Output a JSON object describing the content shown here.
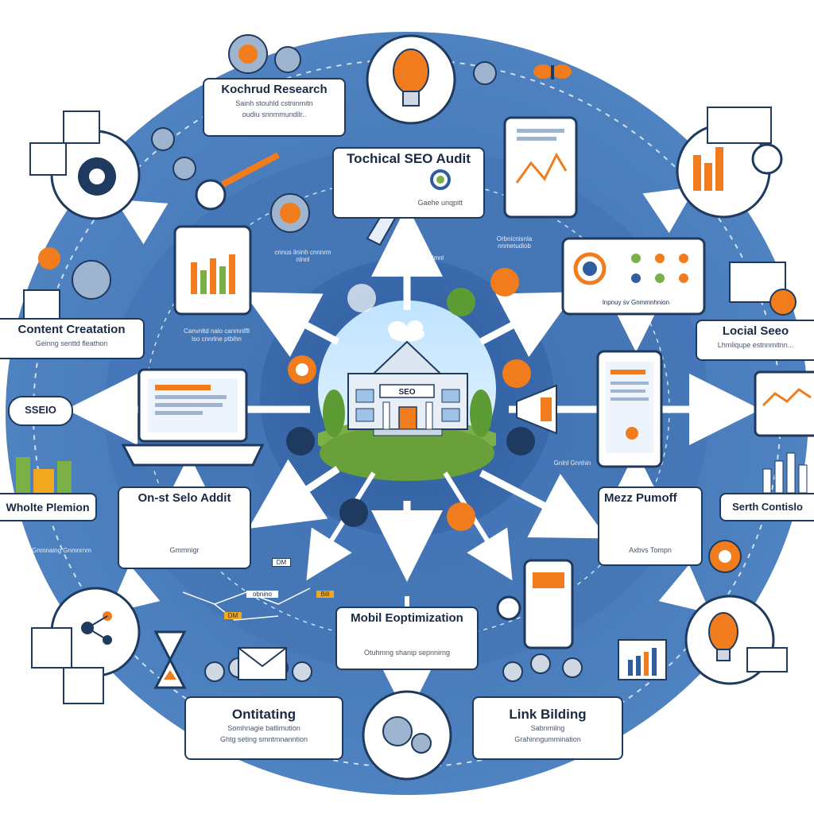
{
  "diagram": {
    "center": {
      "sign": "SEO"
    },
    "nodes": [
      {
        "id": "keyword",
        "title": "Kochrud Research",
        "sub1": "Sainh stouhld cstninmitn",
        "sub2": "oudiu snnmmundilr.."
      },
      {
        "id": "technical",
        "title": "Tochical SEO Audit",
        "sub1": "Gaehe unqpitt"
      },
      {
        "id": "content",
        "title": "Content Creatation",
        "sub1": "Geinng senttd fleathon"
      },
      {
        "id": "local",
        "title": "Locial Seeo",
        "sub1": "Lhmliqupe estnnmitnn..."
      },
      {
        "id": "onsite",
        "title": "On-st Selo Addit",
        "sub1": "Gmmnigr"
      },
      {
        "id": "meze",
        "title": "Mezz Pumoff",
        "sub1": "Axbvs Tompn"
      },
      {
        "id": "mobile",
        "title": "Mobil Eoptimization",
        "sub1": "Otuhmng shanip sepnnirng"
      },
      {
        "id": "linkbuilding",
        "title": "Link Bilding",
        "sub1": "Sabnmilng",
        "sub2": "Grahinngummination"
      },
      {
        "id": "ontitating",
        "title": "Ontitating",
        "sub1": "Somhnagie batlimution",
        "sub2": "Ghtg seting smntmnanntion"
      },
      {
        "id": "whole",
        "title": "Wholte Plemion"
      },
      {
        "id": "search",
        "title": "Serth Contislo"
      },
      {
        "id": "seo-badge",
        "title": "SSEIO"
      }
    ],
    "captions": {
      "content_block": "Canvnltd nalo canmnlfll lso cnnrlne ptbihn",
      "technical_mid": "Orbnicnisnla nnmetudiob",
      "tech_left": "cnnus ilninh cnnnrm nlnnl",
      "local_sub": "lnpnuy sv Gnmmnhnion",
      "right_mid": "Gnlnl Gnnhin",
      "left_low": "Gnmnaing Gnmnrnm",
      "mobile_mid": "obnino",
      "right_ctrl": "Clmnl",
      "dm1": "DM",
      "dm2": "DM",
      "dm3": "Bill"
    }
  }
}
